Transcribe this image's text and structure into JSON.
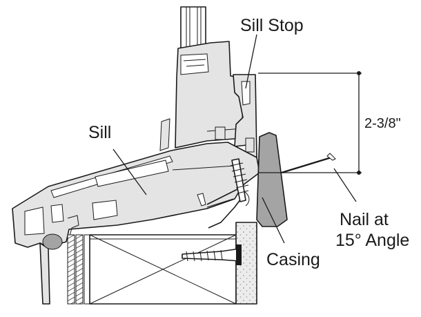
{
  "labels": {
    "sill_stop": "Sill Stop",
    "sill": "Sill",
    "dimension": "2-3/8\"",
    "nail_line1": "Nail at",
    "nail_line2": "15° Angle",
    "casing": "Casing"
  },
  "colors": {
    "profile_fill": "#e4e4e4",
    "casing_fill": "#a4a4a4",
    "line": "#1a1a1a",
    "stucco_dot": "#9a9a9a"
  }
}
